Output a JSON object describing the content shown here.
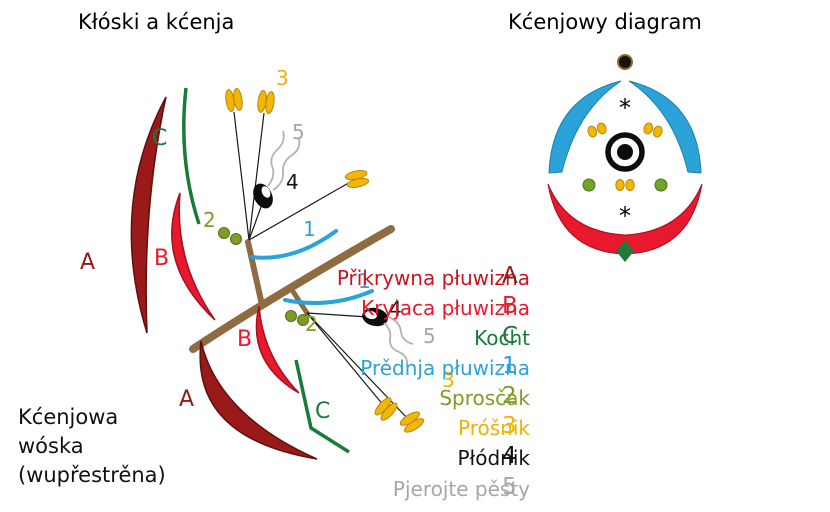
{
  "titles": {
    "left": "Kłóski a kćenja",
    "right": "Kćenjowy diagram"
  },
  "caption": {
    "text": "Kćenjowa\nwóska\n(wupřestrěna)"
  },
  "floral": {
    "asterisk": "*"
  },
  "legend": [
    {
      "term": "Přikrywna płuwizna",
      "key": "A",
      "color": "#c8141f",
      "key_color": "#8e1a1a"
    },
    {
      "term": "Kryjaca płuwizna",
      "key": "B",
      "color": "#e8192c",
      "key_color": "#e8192c"
    },
    {
      "term": "Kocht",
      "key": "C",
      "color": "#1b7a3a",
      "key_color": "#1b7a3a"
    },
    {
      "term": "Prědnja płuwizna",
      "key": "1",
      "color": "#2ba3d8",
      "key_color": "#2ba3d8"
    },
    {
      "term": "Sprosčak",
      "key": "2",
      "color": "#7d9c28",
      "key_color": "#7d9c28"
    },
    {
      "term": "Próšnik",
      "key": "3",
      "color": "#eeb200",
      "key_color": "#eeb200"
    },
    {
      "term": "Płódnik",
      "key": "4",
      "color": "#111111",
      "key_color": "#111111"
    },
    {
      "term": "Pjerojte pěsty",
      "key": "5",
      "color": "#a6a6a6",
      "key_color": "#a6a6a6"
    }
  ],
  "marks": {
    "A": "A",
    "B": "B",
    "C": "C",
    "n1": "1",
    "n2": "2",
    "n3": "3",
    "n4": "4",
    "n5": "5"
  },
  "mark_colors": {
    "A": "#8e1a1a",
    "B": "#e8192c",
    "C": "#1b7a3a",
    "n1": "#2ba3d8",
    "n2": "#7d9c28",
    "n3": "#eeb200",
    "n4": "#111111",
    "n5": "#a6a6a6"
  },
  "colors": {
    "glume_A": "#9a1a1a",
    "lemma_B": "#e8192c",
    "awn_C": "#1b7a3a",
    "palea_1": "#2ba3d8",
    "lodicule_2": "#7d9c28",
    "anther_3": "#f2b705",
    "pistil_4": "#0d0d0d",
    "stigma_5": "#b3b3b3",
    "stem": "#8f6b42"
  }
}
